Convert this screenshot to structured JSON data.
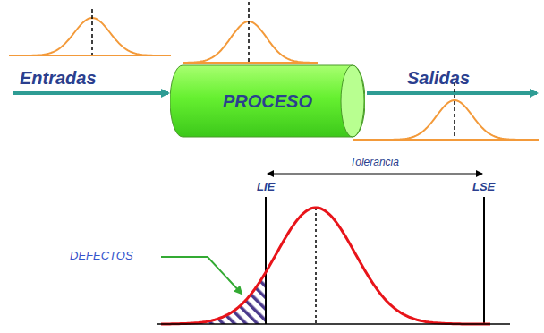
{
  "diagram": {
    "nodes": [
      {
        "text": [
          "PROCESO"
        ]
      }
    ],
    "labels": [
      "Entradas",
      "Salidas",
      "Tolerancia",
      "LIE",
      "LSE",
      "DEFECTOS"
    ]
  }
}
